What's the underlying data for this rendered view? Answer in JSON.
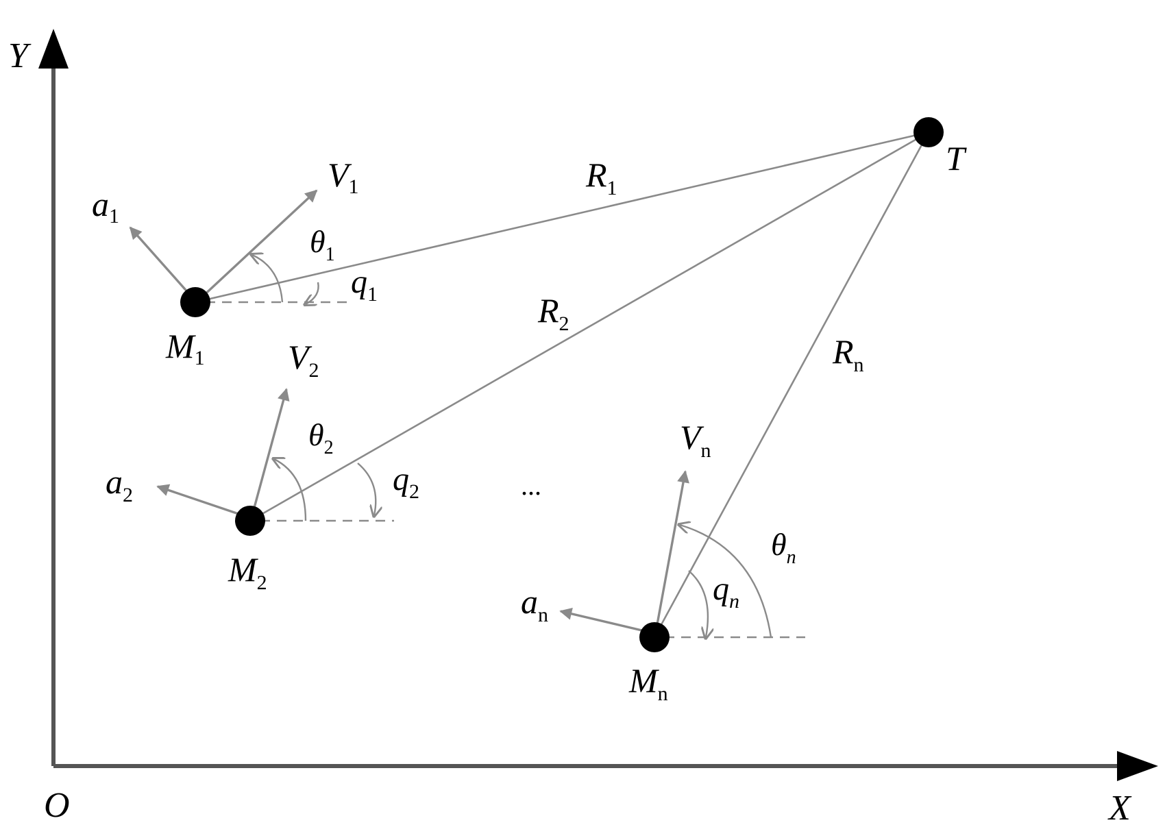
{
  "axes": {
    "origin_label": "O",
    "x_label": "X",
    "y_label": "Y"
  },
  "target": {
    "label": "T"
  },
  "missiles": [
    {
      "label": "M",
      "label_sub": "1",
      "velocity_label": "V",
      "velocity_sub": "1",
      "accel_label": "a",
      "accel_sub": "1",
      "theta_label": "θ",
      "theta_sub": "1",
      "q_label": "q",
      "q_sub": "1",
      "range_label": "R",
      "range_sub": "1"
    },
    {
      "label": "M",
      "label_sub": "2",
      "velocity_label": "V",
      "velocity_sub": "2",
      "accel_label": "a",
      "accel_sub": "2",
      "theta_label": "θ",
      "theta_sub": "2",
      "q_label": "q",
      "q_sub": "2",
      "range_label": "R",
      "range_sub": "2"
    },
    {
      "label": "M",
      "label_sub": "n",
      "velocity_label": "V",
      "velocity_sub": "n",
      "accel_label": "a",
      "accel_sub": "n",
      "theta_label": "θ",
      "theta_sub": "n",
      "q_label": "q",
      "q_sub": "n",
      "range_label": "R",
      "range_sub": "n"
    }
  ],
  "ellipsis": "...",
  "colors": {
    "axis": "#555555",
    "line": "#8a8a8a",
    "point": "#000000"
  }
}
